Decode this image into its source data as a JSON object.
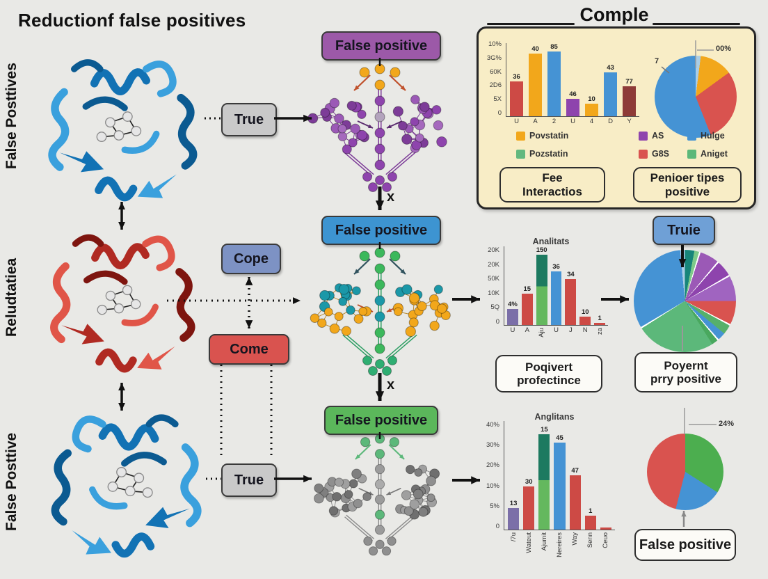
{
  "page": {
    "title": "Reductionf false positives"
  },
  "left_labels": [
    "False Posttives",
    "Reludtatiea",
    "False Posttive"
  ],
  "flow": {
    "true_top": "True",
    "true_bottom": "True",
    "cope": "Cope",
    "come": "Come",
    "fp_top": "False positive",
    "fp_mid": "False positive",
    "fp_bottom": "False positive",
    "x_top": "x",
    "x_bottom": "x"
  },
  "panel": {
    "title": "Comple",
    "bar_caption_line1": "Fee",
    "bar_caption_line2": "Interactios",
    "pie_caption_line1": "Penioer tipes",
    "pie_caption_line2": "positive",
    "pie_percent_label": "00%",
    "pie_callout": "7",
    "bar_legend": [
      {
        "label": "Povstatin",
        "color": "#f2a71b"
      },
      {
        "label": "Pozstatin",
        "color": "#63b87f"
      }
    ],
    "pie_legend": [
      {
        "label": "AS",
        "color": "#8e44ad"
      },
      {
        "label": "Hulge",
        "color": "#4593d4"
      },
      {
        "label": "G8S",
        "color": "#d9534f"
      },
      {
        "label": "Aniget",
        "color": "#5cb87a"
      }
    ]
  },
  "right": {
    "true_box": "Truie",
    "mid_caption_line1": "Poqivert",
    "mid_caption_line2": "profectince",
    "pie_caption_line1": "Poyernt",
    "pie_caption_line2": "prry positive",
    "bottom_pie_label": "24%",
    "fp_box": "False positive"
  },
  "colors": {
    "background": "#e9e9e6",
    "panel_bg": "#f8edc6",
    "pill_true": "#c9c9c9",
    "pill_fp_purple": "#9c59a8",
    "pill_fp_blue": "#3d94d1",
    "pill_fp_green": "#5bb75b",
    "pill_cope": "#7d92c4",
    "pill_come": "#d9534f",
    "pill_true_right": "#6fa0d6"
  },
  "chart_data": [
    {
      "id": "comple_bar",
      "type": "bar",
      "title": "",
      "ticks": [
        "10%",
        "3G%",
        "60K",
        "2D6",
        "5X",
        "0"
      ],
      "bars": [
        {
          "v": "36",
          "h": 48,
          "c": "#cd4a45",
          "x": "U"
        },
        {
          "v": "40",
          "h": 86,
          "c": "#f2a71b",
          "x": "A"
        },
        {
          "v": "85",
          "h": 97,
          "c": "#4593d4",
          "x": "2"
        },
        {
          "v": "46",
          "h": 24,
          "c": "#8e44ad",
          "x": "U"
        },
        {
          "v": "10",
          "h": 17,
          "c": "#f2a71b",
          "x": "4"
        },
        {
          "v": "43",
          "h": 60,
          "c": "#4593d4",
          "x": "D"
        },
        {
          "v": "77",
          "h": 41,
          "c": "#8e3b38",
          "x": "Y"
        }
      ]
    },
    {
      "id": "comple_pie",
      "type": "pie",
      "slices": [
        {
          "value": 2,
          "color": "#a9cde6",
          "label": "7"
        },
        {
          "value": 13,
          "color": "#f2a71b"
        },
        {
          "value": 29,
          "color": "#d9534f"
        },
        {
          "value": 56,
          "color": "#4593d4",
          "label": "00%"
        }
      ]
    },
    {
      "id": "analitats_bar",
      "type": "bar",
      "title": "Analitats",
      "ticks": [
        "20K",
        "20K",
        "50K",
        "10K",
        "5Q",
        "0"
      ],
      "bars": [
        {
          "v": "4%",
          "h": 20,
          "c": "#7b6fa8",
          "x": "U"
        },
        {
          "v": "15",
          "h": 40,
          "c": "#cd4a45",
          "x": "A"
        },
        {
          "v": "150",
          "h": 95,
          "stack": {
            "bottom": "#64b85e",
            "top": "#1d7a60",
            "split": 55
          },
          "x": "Aju",
          "rot": true
        },
        {
          "v": "36",
          "h": 68,
          "c": "#4593d4",
          "x": "U"
        },
        {
          "v": "34",
          "h": 58,
          "c": "#cd4a45",
          "x": "J"
        },
        {
          "v": "10",
          "h": 11,
          "c": "#cd4a45",
          "x": "N"
        },
        {
          "v": "1",
          "h": 3,
          "c": "#cd4a45",
          "x": "za",
          "rot": true
        }
      ]
    },
    {
      "id": "true_pie",
      "type": "pie",
      "slices": [
        {
          "value": 3,
          "color": "#17857a"
        },
        {
          "value": 1.5,
          "color": "#7ec98a"
        },
        {
          "value": 0.5,
          "color": "#ffffff"
        },
        {
          "value": 6,
          "color": "#9b59b6"
        },
        {
          "value": 0.5,
          "color": "#ffffff"
        },
        {
          "value": 5,
          "color": "#8e44ad"
        },
        {
          "value": 0.5,
          "color": "#ffffff"
        },
        {
          "value": 8,
          "color": "#a064c0"
        },
        {
          "value": 7.5,
          "color": "#d9534f"
        },
        {
          "value": 0.5,
          "color": "#ffffff"
        },
        {
          "value": 3,
          "color": "#56b06a"
        },
        {
          "value": 2.5,
          "color": "#4593d4"
        },
        {
          "value": 0.5,
          "color": "#ffffff"
        },
        {
          "value": 2,
          "color": "#49a85e"
        },
        {
          "value": 25,
          "color": "#5cb87a"
        },
        {
          "value": 0.5,
          "color": "#ffffff"
        },
        {
          "value": 32,
          "color": "#4593d4"
        },
        {
          "value": 1.5,
          "color": "#a9cde6"
        }
      ]
    },
    {
      "id": "anglitans_bar",
      "type": "bar",
      "title": "Anglitans",
      "ticks": [
        "40%",
        "30%",
        "20%",
        "10%",
        "5%",
        "0"
      ],
      "bars": [
        {
          "v": "13",
          "h": 20,
          "c": "#7b6fa8",
          "x": "/7u",
          "rot": true
        },
        {
          "v": "30",
          "h": 40,
          "c": "#cd4a45",
          "x": "Wateut",
          "rot": true
        },
        {
          "v": "15",
          "h": 88,
          "stack": {
            "bottom": "#64b85e",
            "top": "#1d7a60",
            "split": 52
          },
          "x": "Ajumit",
          "rot": true
        },
        {
          "v": "45",
          "h": 80,
          "c": "#4593d4",
          "x": "Nereires",
          "rot": true
        },
        {
          "v": "47",
          "h": 50,
          "c": "#cd4a45",
          "x": "Way",
          "rot": true
        },
        {
          "v": "1",
          "h": 13,
          "c": "#cd4a45",
          "x": "Senn",
          "rot": true
        },
        {
          "v": "",
          "h": 2,
          "c": "#cd4a45",
          "x": "Ceuo",
          "rot": true
        }
      ]
    },
    {
      "id": "bottom_pie",
      "type": "pie",
      "slices": [
        {
          "value": 34,
          "color": "#4cae4f"
        },
        {
          "value": 20,
          "color": "#4593d4"
        },
        {
          "value": 46,
          "color": "#d9534f",
          "label": "24%"
        }
      ]
    }
  ]
}
